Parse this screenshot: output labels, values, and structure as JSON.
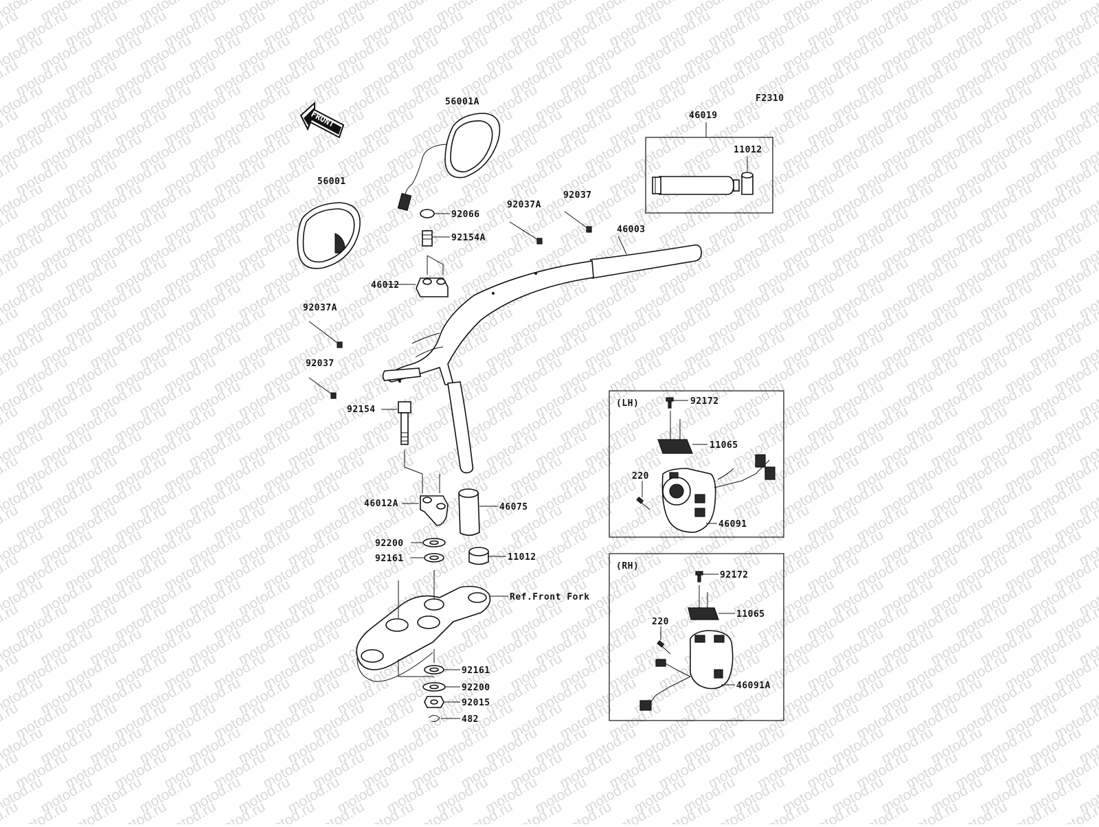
{
  "diagram_code": "F2310",
  "front_arrow_text": "FRONT",
  "watermark_text": "motod.ru",
  "labels": {
    "mirror_right": "56001A",
    "mirror_left": "56001",
    "washer_92066": "92066",
    "bolt_92154a": "92154A",
    "holder_46012": "46012",
    "clamp_92037a_top": "92037A",
    "clamp_92037_top": "92037",
    "handlebar": "46003",
    "clamp_92037a_left": "92037A",
    "clamp_92037_left": "92037",
    "bolt_92154": "92154",
    "holder_46012a": "46012A",
    "grip_46075": "46075",
    "washer_92200_top": "92200",
    "washer_92161_top": "92161",
    "cap_11012_bottom": "11012",
    "ref_front_fork": "Ref.Front Fork",
    "washer_92161_bottom": "92161",
    "washer_92200_bottom": "92200",
    "nut_92015": "92015",
    "clip_482": "482",
    "throttle_grip": "46019",
    "cap_11012_top": "11012"
  },
  "lh_box": {
    "title": "(LH)",
    "screw": "92172",
    "cover": "11065",
    "screw_220": "220",
    "switch": "46091"
  },
  "rh_box": {
    "title": "(RH)",
    "screw": "92172",
    "cover": "11065",
    "screw_220": "220",
    "switch": "46091A"
  }
}
